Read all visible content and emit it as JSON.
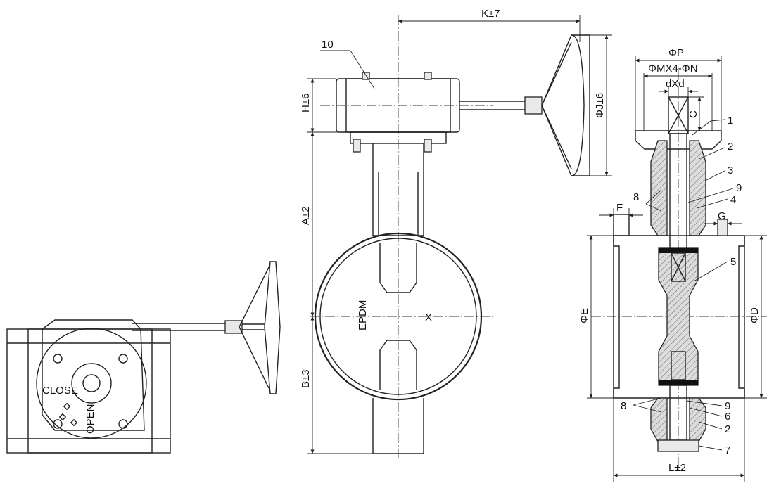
{
  "dimension_labels": {
    "K": "K±7",
    "H": "H±6",
    "J": "ΦJ±6",
    "A": "A±2",
    "B": "B±3",
    "P": "ΦP",
    "M": "ΦMX4-ΦN",
    "d": "dXd",
    "C": "C",
    "F": "F",
    "G": "G",
    "E": "ΦE",
    "D": "ΦD",
    "L": "L±2"
  },
  "text_labels": {
    "close": "CLOSE",
    "open": "OPEN",
    "epdm": "EPDM",
    "x_mark": "X"
  },
  "part_numbers": {
    "front_gearbox": "10",
    "p1": "1",
    "p2_upper": "2",
    "p3": "3",
    "p9_upper": "9",
    "p4": "4",
    "p8_upper": "8",
    "p5": "5",
    "p8_lower": "8",
    "p9_lower": "9",
    "p6": "6",
    "p2_lower": "2",
    "p7": "7"
  }
}
